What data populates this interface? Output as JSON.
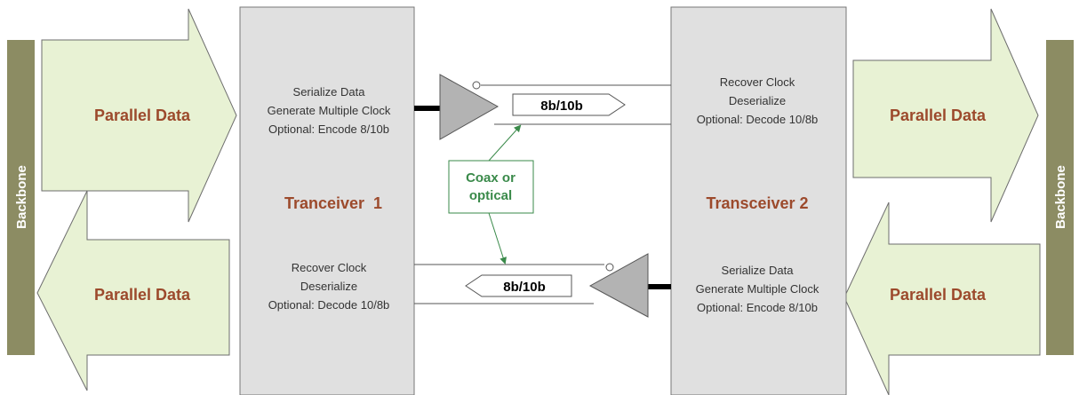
{
  "colors": {
    "backbone": "#8c8c63",
    "arrow_fill": "#e8f2d4",
    "transceiver_fill": "#e0e0e0",
    "amplifier_fill": "#b3b3b3",
    "label_brown": "#9c4a2c",
    "annotation_green": "#3a8a4a"
  },
  "backbone": {
    "left_label": "Backbone",
    "right_label": "Backbone"
  },
  "arrows": {
    "top_left": "Parallel Data",
    "bottom_left": "Parallel Data",
    "top_right": "Parallel Data",
    "bottom_right": "Parallel Data"
  },
  "transceiver_1": {
    "title": "Tranceiver  1",
    "top_lines": [
      "Serialize Data",
      "Generate Multiple Clock",
      "Optional: Encode 8/10b"
    ],
    "bottom_lines": [
      "Recover Clock",
      "Deserialize",
      "Optional: Decode 10/8b"
    ]
  },
  "transceiver_2": {
    "title": "Transceiver 2",
    "top_lines": [
      "Recover Clock",
      "Deserialize",
      "Optional: Decode 10/8b"
    ],
    "bottom_lines": [
      "Serialize Data",
      "Generate Multiple Clock",
      "Optional: Encode 8/10b"
    ]
  },
  "link": {
    "top_label": "8b/10b",
    "bottom_label": "8b/10b",
    "medium_lines": [
      "Coax or",
      "optical"
    ]
  }
}
